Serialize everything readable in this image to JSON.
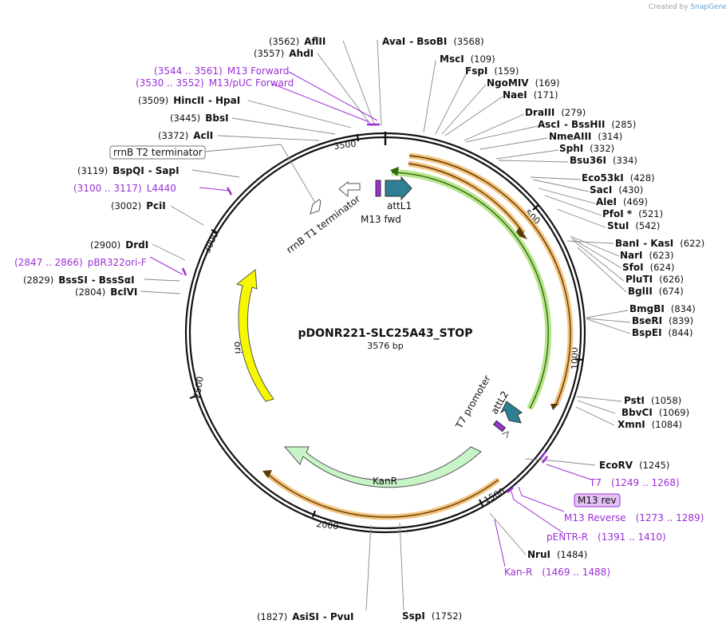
{
  "credit": {
    "prefix": "Created by",
    "brand": "SnapGene"
  },
  "plasmid": {
    "name": "pDONR221-SLC25A43_STOP",
    "length": "3576 bp"
  },
  "ticks": [
    "500",
    "1000",
    "1500",
    "2000",
    "2500",
    "3000",
    "3500"
  ],
  "features": {
    "ori": "ori",
    "kanr": "KanR",
    "t7_promoter": "T7 promoter",
    "attl1": "attL1",
    "m13_fwd": "M13 fwd",
    "attl2": "attL2",
    "rrnb_t1": "rrnB T1 terminator",
    "rrnb_t2": "rrnB T2 terminator",
    "m13_rev": "M13 rev"
  },
  "sites": {
    "afl": {
      "pos": "(3562)",
      "name": "AflII"
    },
    "ahd": {
      "pos": "(3557)",
      "name": "AhdI"
    },
    "hinc": {
      "pos": "(3509)",
      "name": "HincII",
      "name2": "HpaI"
    },
    "bbs": {
      "pos": "(3445)",
      "name": "BbsI"
    },
    "acl": {
      "pos": "(3372)",
      "name": "AclI"
    },
    "bspq": {
      "pos": "(3119)",
      "name": "BspQI",
      "name2": "SapI"
    },
    "pci": {
      "pos": "(3002)",
      "name": "PciI"
    },
    "drd": {
      "pos": "(2900)",
      "name": "DrdI"
    },
    "bsss": {
      "pos": "(2829)",
      "name": "BssSI",
      "name2": "BssSαI"
    },
    "bcl": {
      "pos": "(2804)",
      "name": "BclVI"
    },
    "ava": {
      "name": "AvaI",
      "name2": "BsoBI",
      "pos": "(3568)"
    },
    "msc": {
      "name": "MscI",
      "pos": "(109)"
    },
    "fsp": {
      "name": "FspI",
      "pos": "(159)"
    },
    "ngo": {
      "name": "NgoMIV",
      "pos": "(169)"
    },
    "nae": {
      "name": "NaeI",
      "pos": "(171)"
    },
    "dra": {
      "name": "DraIII",
      "pos": "(279)"
    },
    "asc": {
      "name": "AscI",
      "name2": "BssHII",
      "pos": "(285)"
    },
    "nme": {
      "name": "NmeAIII",
      "pos": "(314)"
    },
    "sph": {
      "name": "SphI",
      "pos": "(332)"
    },
    "bsu": {
      "name": "Bsu36I",
      "pos": "(334)"
    },
    "eco53": {
      "name": "Eco53kI",
      "pos": "(428)"
    },
    "sac": {
      "name": "SacI",
      "pos": "(430)"
    },
    "ale": {
      "name": "AleI",
      "pos": "(469)"
    },
    "pfo": {
      "name": "PfoI *",
      "pos": "(521)"
    },
    "stu": {
      "name": "StuI",
      "pos": "(542)"
    },
    "ban": {
      "name": "BanI",
      "name2": "KasI",
      "pos": "(622)"
    },
    "nar": {
      "name": "NarI",
      "pos": "(623)"
    },
    "sfo": {
      "name": "SfoI",
      "pos": "(624)"
    },
    "plu": {
      "name": "PluTI",
      "pos": "(626)"
    },
    "bgl": {
      "name": "BglII",
      "pos": "(674)"
    },
    "bmgb": {
      "name": "BmgBI",
      "pos": "(834)"
    },
    "bser": {
      "name": "BseRI",
      "pos": "(839)"
    },
    "bspe": {
      "name": "BspEI",
      "pos": "(844)"
    },
    "pst": {
      "name": "PstI",
      "pos": "(1058)"
    },
    "bbv": {
      "name": "BbvCI",
      "pos": "(1069)"
    },
    "xmn": {
      "name": "XmnI",
      "pos": "(1084)"
    },
    "ecorv": {
      "name": "EcoRV",
      "pos": "(1245)"
    },
    "nru": {
      "name": "NruI",
      "pos": "(1484)"
    },
    "ssp": {
      "name": "SspI",
      "pos": "(1752)"
    },
    "asis": {
      "pos": "(1827)",
      "name": "AsiSI",
      "name2": "PvuI"
    }
  },
  "primers": {
    "m13f": {
      "pos": "(3544 .. 3561)",
      "name": "M13 Forward"
    },
    "m13puc": {
      "pos": "(3530 .. 3552)",
      "name": "M13/pUC Forward"
    },
    "l4440": {
      "pos": "(3100 .. 3117)",
      "name": "L4440"
    },
    "pbr": {
      "pos": "(2847 .. 2866)",
      "name": "pBR322ori-F"
    },
    "t7": {
      "name": "T7",
      "pos": "(1249 .. 1268)"
    },
    "m13r": {
      "name": "M13 Reverse",
      "pos": "(1273 .. 1289)"
    },
    "pentr": {
      "name": "pENTR-R",
      "pos": "(1391 .. 1410)"
    },
    "kanr_p": {
      "name": "Kan-R",
      "pos": "(1469 .. 1488)"
    }
  },
  "colors": {
    "backbone": "#111111",
    "orange": "#f5c27a",
    "green": "#b9e48c",
    "ori": "#f7f700",
    "kanr": "#c8f5c8",
    "teal": "#2e7f93",
    "primer": "#9a2fd6",
    "leader": "#888888"
  }
}
